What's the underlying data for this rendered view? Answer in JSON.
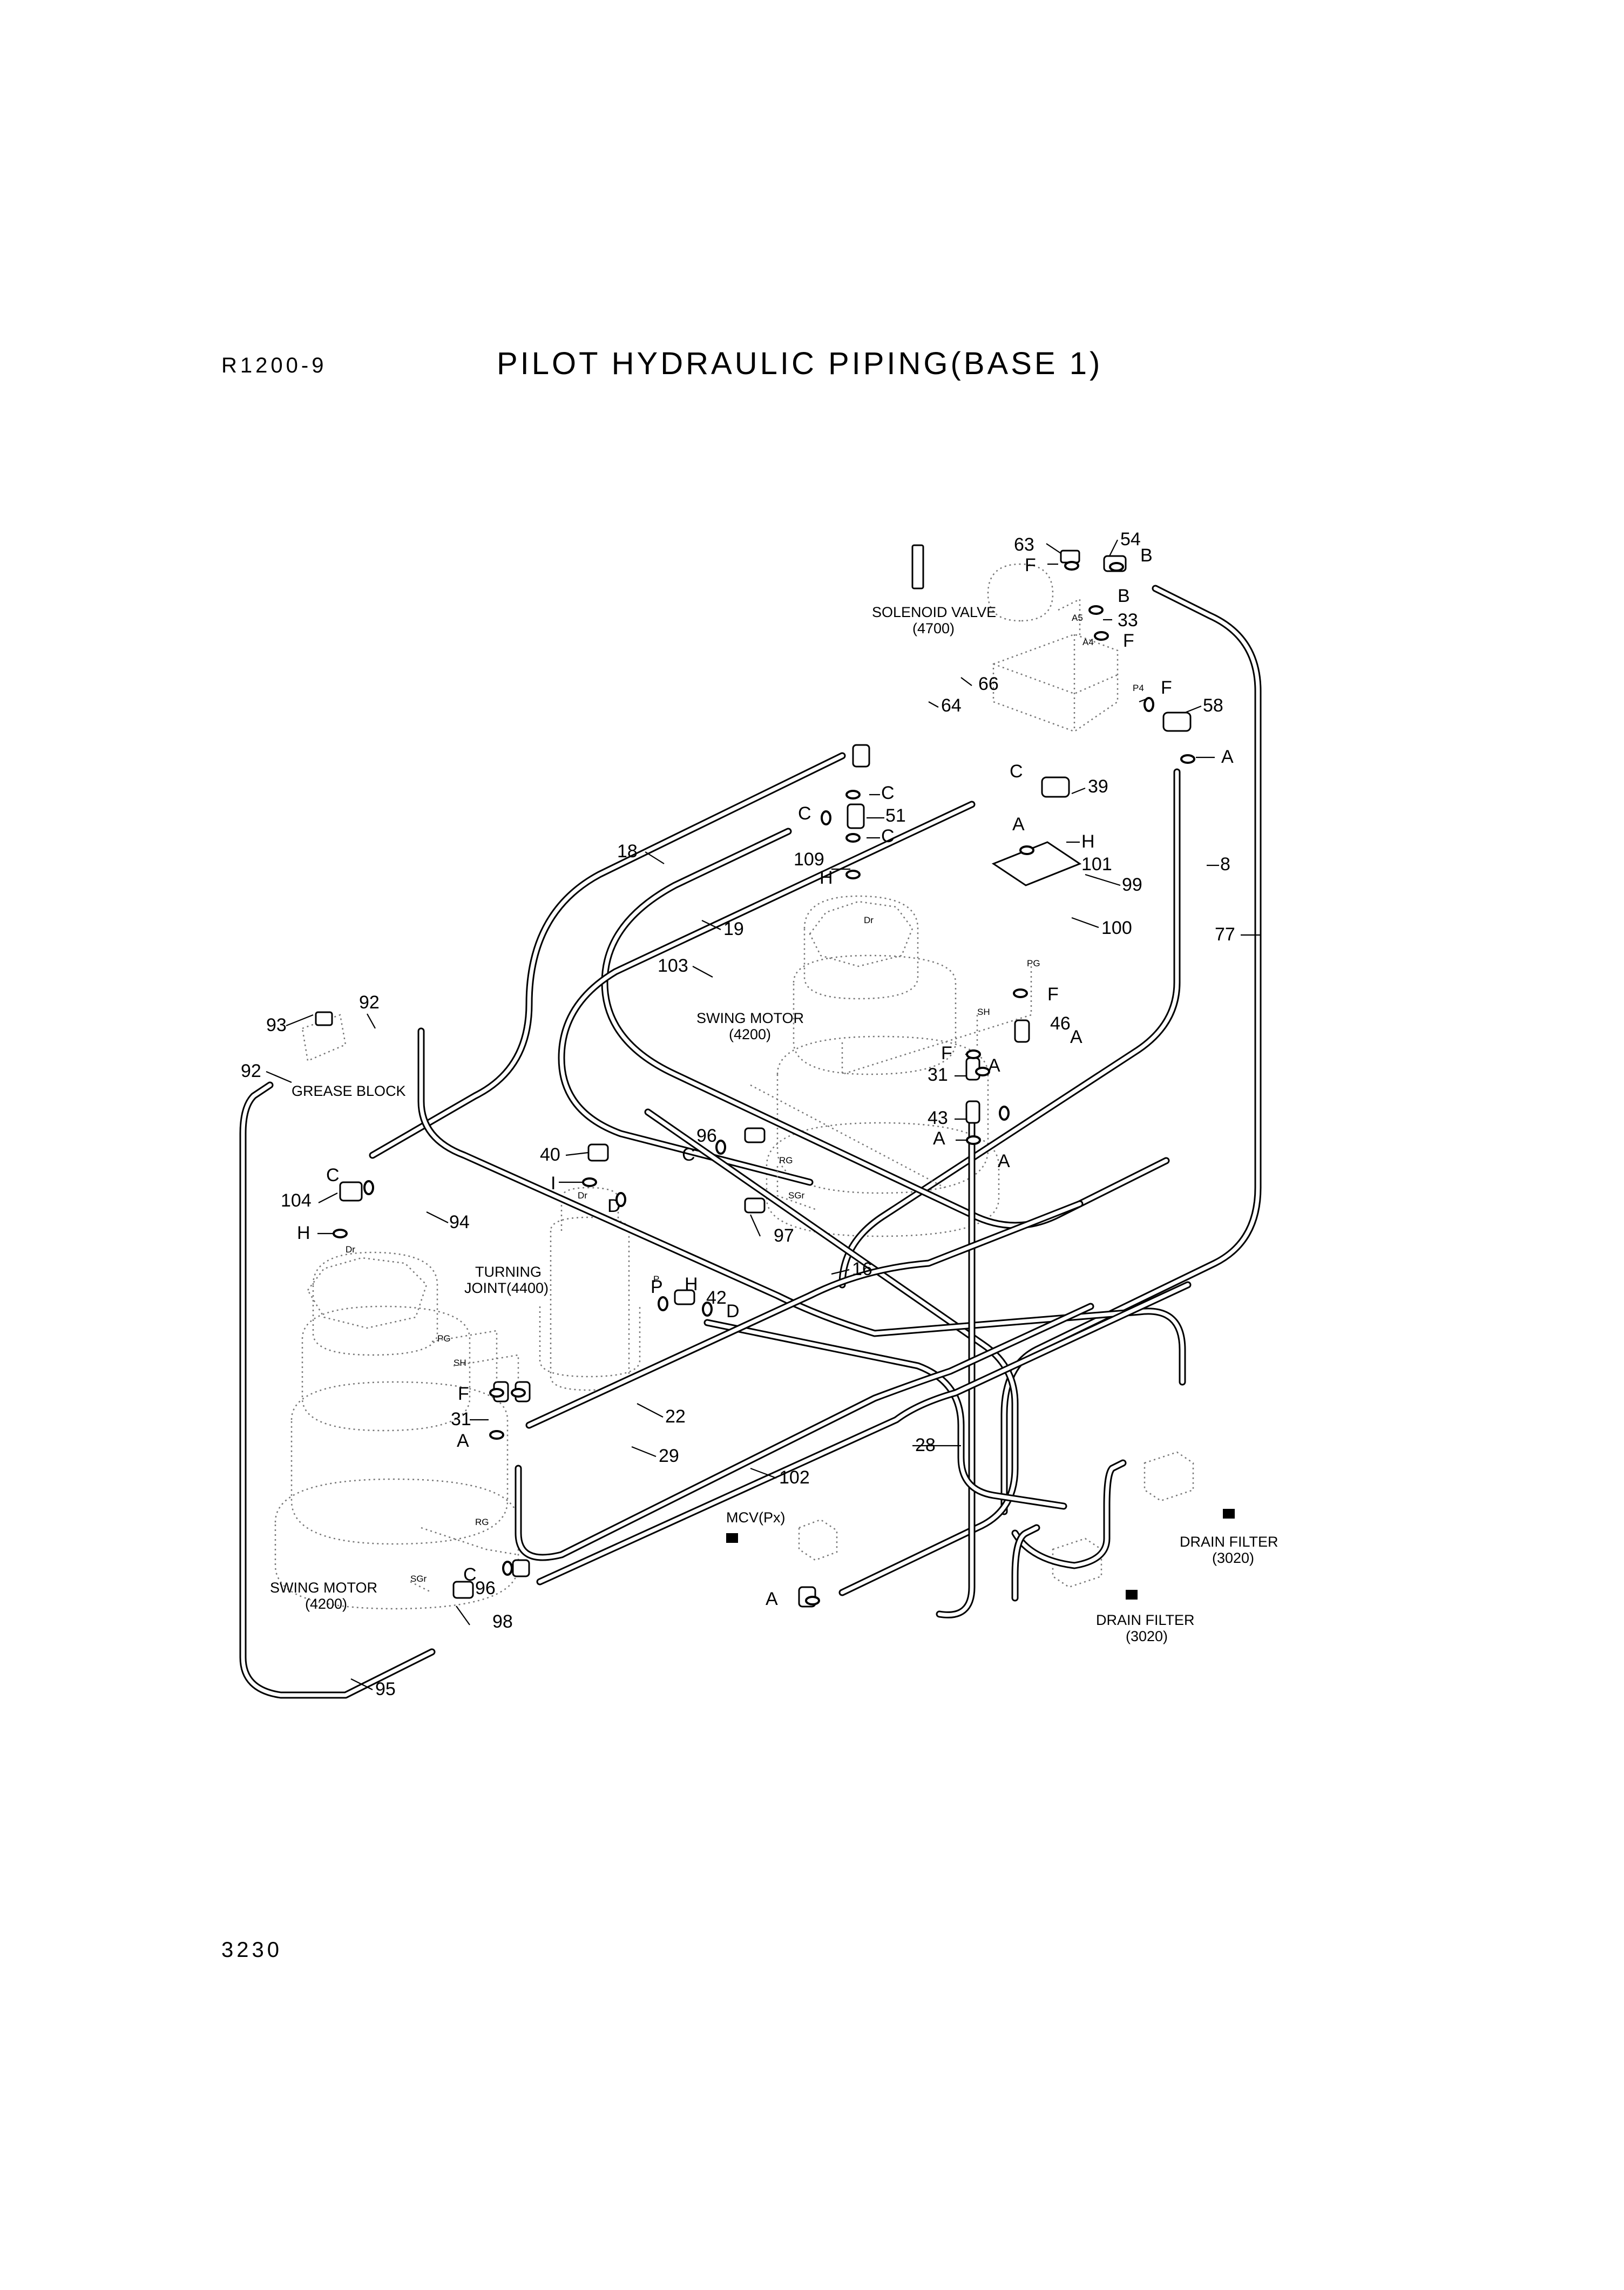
{
  "header": {
    "model": "R1200-9",
    "title": "PILOT HYDRAULIC PIPING(BASE 1)"
  },
  "footer": {
    "page_number": "3230"
  },
  "components": {
    "solenoid_valve": {
      "name": "SOLENOID VALVE",
      "code": "(4700)"
    },
    "swing_motor_rear": {
      "name": "SWING MOTOR",
      "code": "(4200)"
    },
    "swing_motor_front": {
      "name": "SWING MOTOR",
      "code": "(4200)"
    },
    "turning_joint": {
      "name": "TURNING",
      "code": "JOINT(4400)"
    },
    "grease_block": {
      "name": "GREASE BLOCK"
    },
    "mcv": {
      "name": "MCV(Px)"
    },
    "drain_filter_a": {
      "name": "DRAIN FILTER",
      "code": "(3020)"
    },
    "drain_filter_b": {
      "name": "DRAIN FILTER",
      "code": "(3020)"
    }
  },
  "ports": [
    "A5",
    "A4",
    "P4",
    "Dr",
    "PG",
    "SH",
    "RG",
    "SGr",
    "Dr",
    "P",
    "PG",
    "SH",
    "RG",
    "SGr",
    "Dr"
  ],
  "callouts": [
    "63",
    "F",
    "54",
    "B",
    "B",
    "33",
    "A",
    "F",
    "F",
    "58",
    "A",
    "66",
    "64",
    "C",
    "51",
    "C",
    "C",
    "109",
    "H",
    "18",
    "19",
    "103",
    "C",
    "39",
    "H",
    "101",
    "99",
    "100",
    "8",
    "77",
    "F",
    "46",
    "A",
    "F",
    "A",
    "31",
    "43",
    "A",
    "A",
    "92",
    "93",
    "92",
    "40",
    "I",
    "D",
    "96",
    "C",
    "97",
    "16",
    "C",
    "104",
    "H",
    "94",
    "H",
    "P",
    "42",
    "D",
    "22",
    "29",
    "102",
    "28",
    "F",
    "31",
    "A",
    "C",
    "96",
    "98",
    "95",
    "A"
  ]
}
